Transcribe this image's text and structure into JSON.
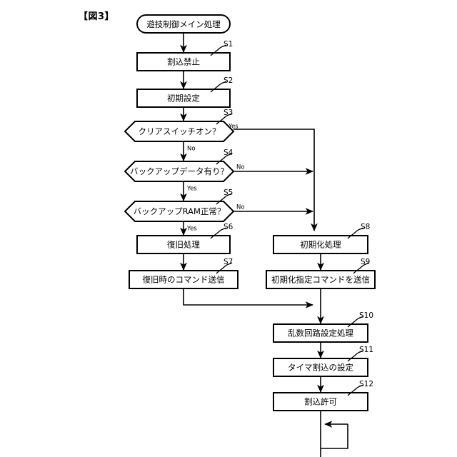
{
  "figure": {
    "label": "【図3】",
    "title_node": "遊技制御メイン処理"
  },
  "nodes": [
    {
      "id": "start",
      "type": "terminator",
      "text": "遊技制御メイン処理",
      "step": ""
    },
    {
      "id": "s1",
      "type": "process",
      "text": "割込禁止",
      "step": "S1"
    },
    {
      "id": "s2",
      "type": "process",
      "text": "初期設定",
      "step": "S2"
    },
    {
      "id": "s3",
      "type": "decision",
      "text": "クリアスイッチオン？",
      "step": "S3"
    },
    {
      "id": "s4",
      "type": "decision",
      "text": "バックアップデータ有り？",
      "step": "S4"
    },
    {
      "id": "s5",
      "type": "decision",
      "text": "バックアップRAM正常？",
      "step": "S5"
    },
    {
      "id": "s6",
      "type": "process",
      "text": "復旧処理",
      "step": "S6"
    },
    {
      "id": "s7",
      "type": "process",
      "text": "復旧時のコマンド送信",
      "step": "S7"
    },
    {
      "id": "s8",
      "type": "process",
      "text": "初期化処理",
      "step": "S8"
    },
    {
      "id": "s9",
      "type": "process",
      "text": "初期化指定コマンドを送信",
      "step": "S9"
    },
    {
      "id": "s10",
      "type": "process",
      "text": "乱数回路設定処理",
      "step": "S10"
    },
    {
      "id": "s11",
      "type": "process",
      "text": "タイマ割込の設定",
      "step": "S11"
    },
    {
      "id": "s12",
      "type": "process",
      "text": "割込許可",
      "step": "S12"
    }
  ],
  "branches": [
    {
      "from": "s3",
      "label": "Yes",
      "direction": "right"
    },
    {
      "from": "s3",
      "label": "No",
      "direction": "down"
    },
    {
      "from": "s4",
      "label": "No",
      "direction": "right"
    },
    {
      "from": "s4",
      "label": "Yes",
      "direction": "down"
    },
    {
      "from": "s5",
      "label": "No",
      "direction": "right"
    },
    {
      "from": "s5",
      "label": "Yes",
      "direction": "down"
    }
  ],
  "colors": {
    "stroke": "#000000",
    "fill": "#ffffff",
    "background": "#ffffff"
  }
}
